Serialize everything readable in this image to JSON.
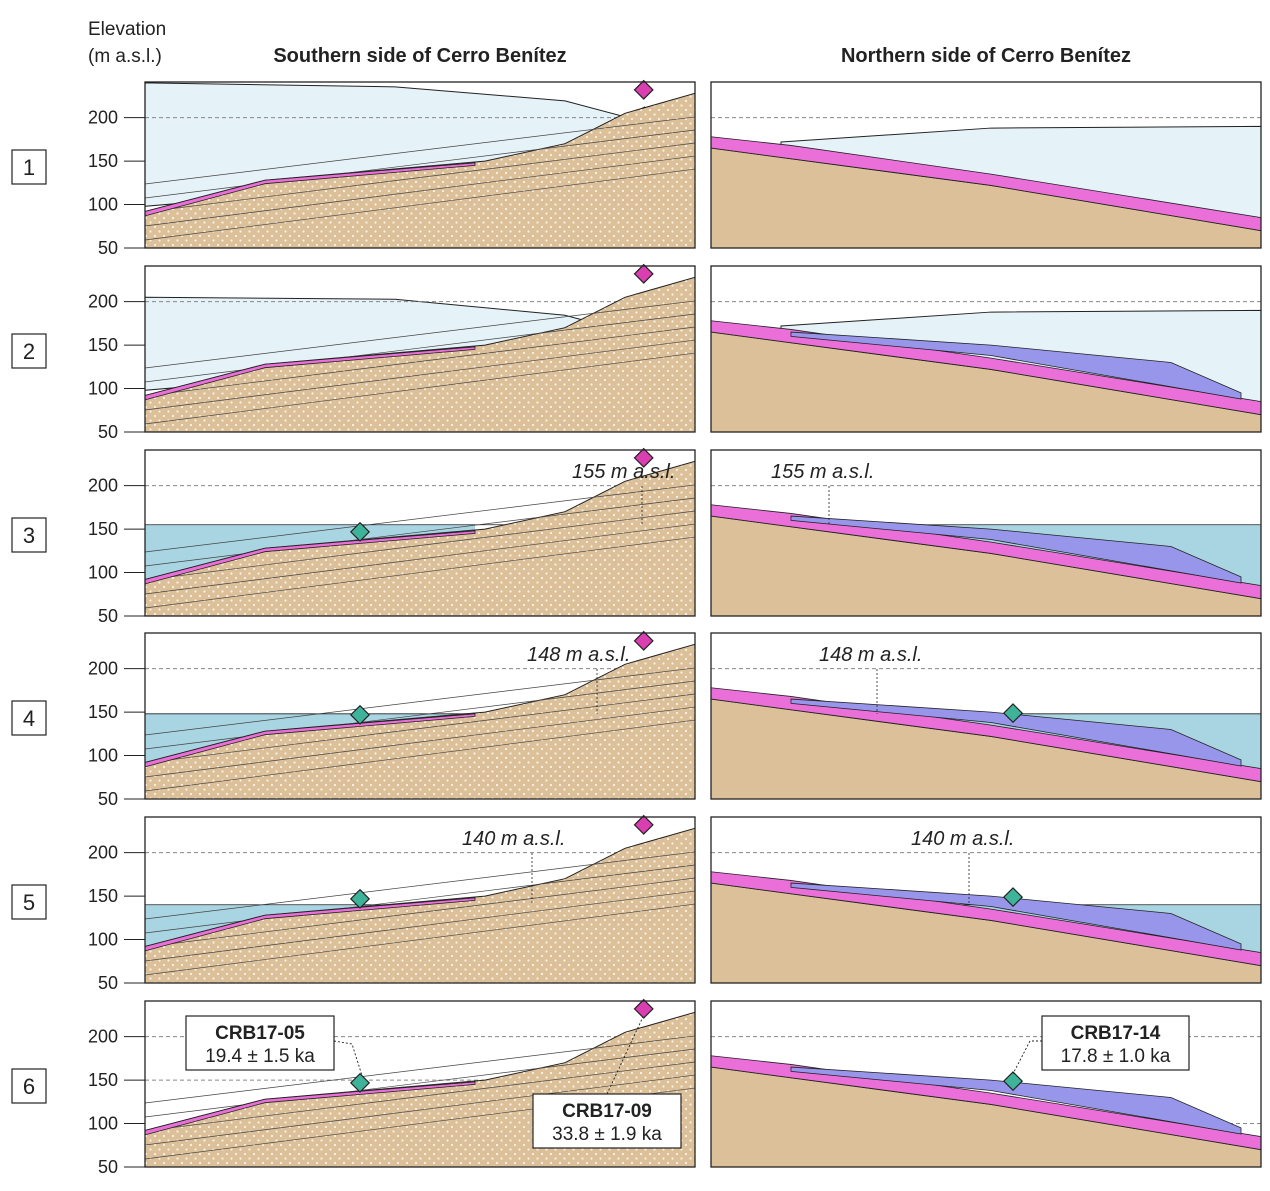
{
  "axis": {
    "title_line1": "Elevation",
    "title_line2": "(m a.s.l.)",
    "ticks": [
      "200",
      "150",
      "100",
      "50"
    ],
    "tick_values": [
      200,
      150,
      100,
      50
    ]
  },
  "columns": {
    "south": "Southern side of Cerro Benítez",
    "north": "Northern side of Cerro Benítez"
  },
  "rows": [
    {
      "id": "1",
      "lake_level": ""
    },
    {
      "id": "2",
      "lake_level": ""
    },
    {
      "id": "3",
      "lake_level": "155 m a.s.l.",
      "lake_value": 155
    },
    {
      "id": "4",
      "lake_level": "148 m a.s.l.",
      "lake_value": 148
    },
    {
      "id": "5",
      "lake_level": "140 m a.s.l.",
      "lake_value": 140
    },
    {
      "id": "6",
      "lake_level": ""
    }
  ],
  "samples": {
    "s05": {
      "name": "CRB17-05",
      "age": "19.4 ± 1.5 ka"
    },
    "s09": {
      "name": "CRB17-09",
      "age": "33.8 ± 1.9 ka"
    },
    "s14": {
      "name": "CRB17-14",
      "age": "17.8 ± 1.0 ka"
    }
  },
  "colors": {
    "ice": "#e5f2f8",
    "lake": "#a9d4e2",
    "bedrock": "#dcc09a",
    "pink_unit": "#ea6fd8",
    "blue_unit": "#9896ea",
    "green_unit": "#d8efe6",
    "diamond_magenta": "#d93fb0",
    "diamond_green": "#3fb39a"
  }
}
